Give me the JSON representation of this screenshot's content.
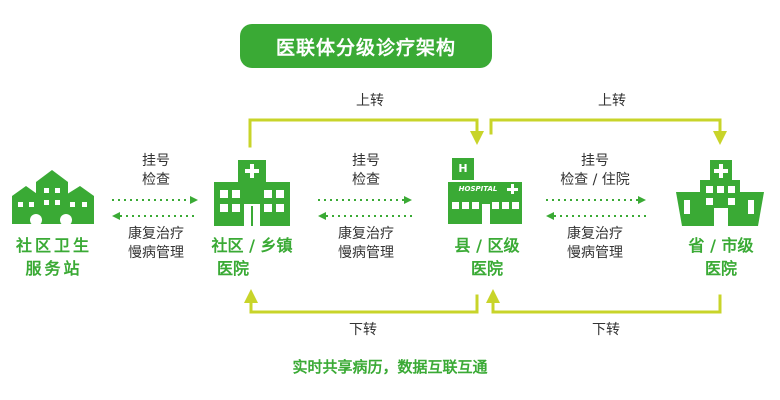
{
  "title": "医联体分级诊疗架构",
  "nodes": {
    "community": {
      "line1": "社区卫生",
      "line2": "服务站"
    },
    "town": {
      "line1": "社区 / 乡镇",
      "line2": "医院"
    },
    "county": {
      "line1": "县 / 区级",
      "line2": "医院",
      "icon_text": "HOSPITAL",
      "badge": "H"
    },
    "province": {
      "line1": "省 / 市级",
      "line2": "医院"
    }
  },
  "links": [
    {
      "upper1": "挂号",
      "upper2": "检查",
      "lower1": "康复治疗",
      "lower2": "慢病管理"
    },
    {
      "upper1": "挂号",
      "upper2": "检查",
      "lower1": "康复治疗",
      "lower2": "慢病管理"
    },
    {
      "upper1": "挂号",
      "upper2": "检查 / 住院",
      "lower1": "康复治疗",
      "lower2": "慢病管理"
    }
  ],
  "referral": {
    "up_left": "上转",
    "up_right": "上转",
    "down_left": "下转",
    "down_right": "下转"
  },
  "footer": "实时共享病历，数据互联互通",
  "colors": {
    "green": "#3aaa35",
    "lime": "#c8d42a"
  }
}
